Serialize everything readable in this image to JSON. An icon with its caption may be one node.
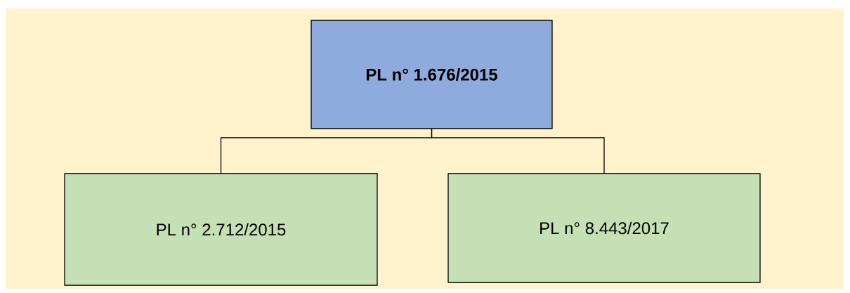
{
  "diagram": {
    "nodes": [
      {
        "text": [
          "PL n° 1.676/2015"
        ]
      },
      {
        "text": [
          "PL n° 2.712/2015"
        ]
      },
      {
        "text": [
          "PL n° 8.443/2017"
        ]
      }
    ],
    "edges": [
      {
        "from": 0,
        "to": 1,
        "arrow": "none"
      },
      {
        "from": 0,
        "to": 2,
        "arrow": "none"
      }
    ]
  }
}
